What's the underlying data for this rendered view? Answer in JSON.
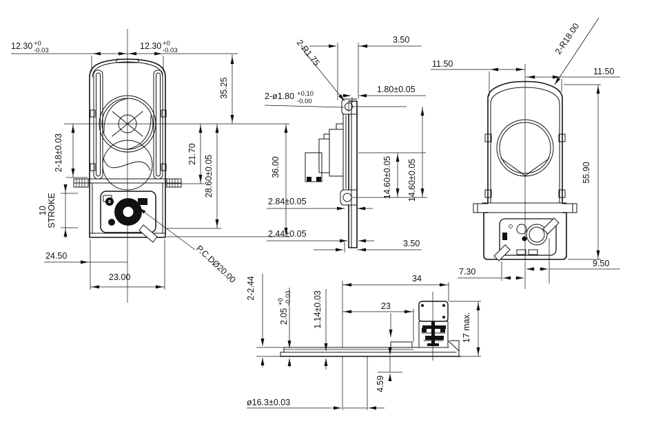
{
  "colors": {
    "line": "#111111",
    "background": "#ffffff"
  },
  "views": {
    "front": {
      "dim_width_left": {
        "v": "12.30",
        "p": "+0",
        "m": "-0.03"
      },
      "dim_width_right": {
        "v": "12.30",
        "p": "+0",
        "m": "-0.03"
      },
      "dim_35_25": "35.25",
      "dim_21_70": "21.70",
      "dim_28_60": "28.60±0.05",
      "dim_36_00": "36.00",
      "dim_slot": "2-18±0.03",
      "stroke_value": "10",
      "stroke_label": "STROKE",
      "dim_24_50": "24.50",
      "dim_23_00": "23.00",
      "dim_pcd": "P.C.DØ20.00"
    },
    "side": {
      "dim_top": "3.50",
      "dim_radius": "2-R1.75",
      "dim_hole": {
        "v": "2-ø1.80",
        "p": "+0.10",
        "m": "-0.00"
      },
      "dim_1_80": "1.80±0.05",
      "dim_2_84": "2.84±0.05",
      "dim_2_44": "2.44±0.05",
      "dim_14_60_a": "14.60±0.05",
      "dim_14_60_b": "14.60±0.05",
      "dim_bottom": "3.50"
    },
    "rear": {
      "dim_11_50_left": "11.50",
      "dim_11_50_right": "11.50",
      "dim_radius": "2-R18.00",
      "dim_55_90": "55.90",
      "dim_9_50": "9.50",
      "dim_7_30": "7.30"
    },
    "bottom": {
      "dim_tabs": "2-2.44",
      "dim_step": {
        "v": "2.05",
        "p": "+0",
        "m": "-0.03"
      },
      "dim_1_14": "1.14±0.03",
      "dim_34": "34",
      "dim_23": "23",
      "dim_17": "17 max.",
      "dim_4_59": "4.59",
      "dim_boss": "ø16.3±0.03"
    }
  }
}
